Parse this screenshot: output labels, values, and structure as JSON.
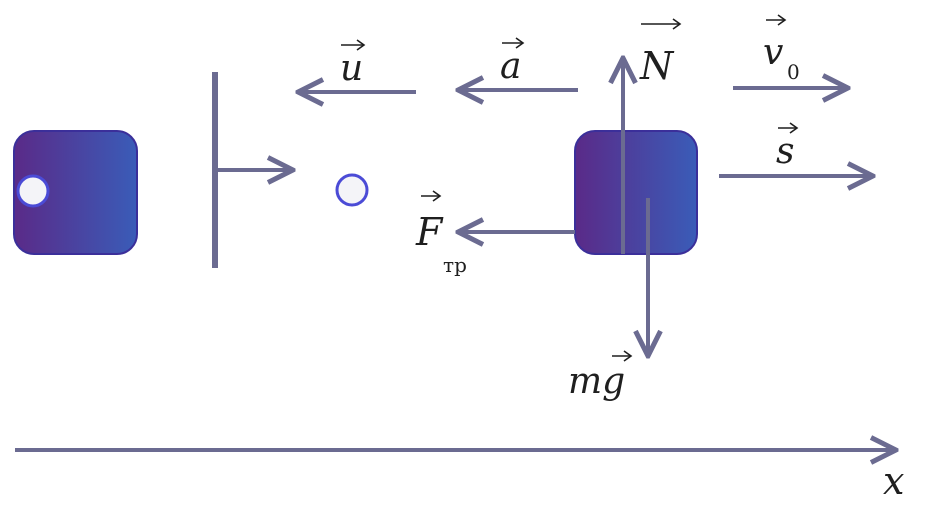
{
  "labels": {
    "u": "u",
    "a": "a",
    "N": "N",
    "v": "v",
    "v_sub": "0",
    "s": "s",
    "F": "F",
    "F_sub": "тр",
    "mg": "mg",
    "x": "x"
  },
  "colors": {
    "arrow": "#6b6b91",
    "block_start": "#5b2a8c",
    "block_end": "#3a5bb8",
    "block_border": "#3a3aa0",
    "hole_fill": "#f4f4f8",
    "hole_stroke": "#4a4ad0",
    "text": "#1f1f1f"
  }
}
